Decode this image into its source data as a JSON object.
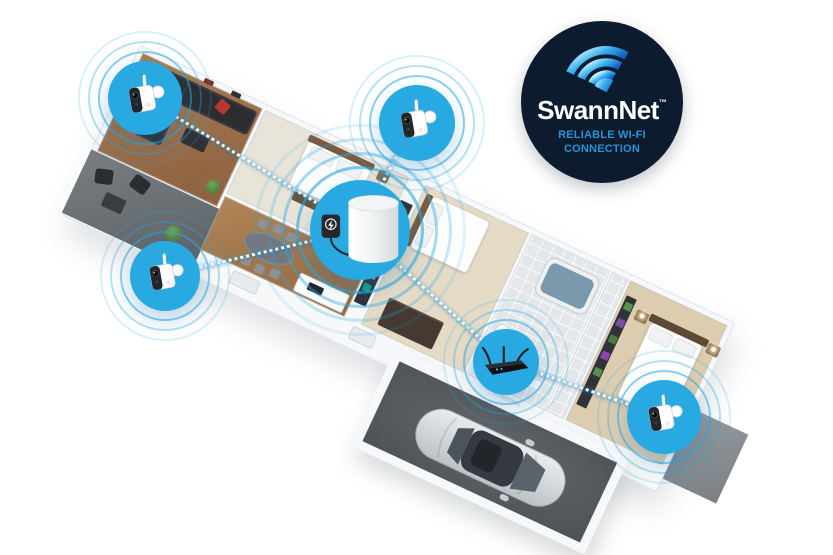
{
  "page": {
    "background_color": "#ffffff"
  },
  "badge": {
    "title": "SwannNet",
    "trademark": "™",
    "subtitle_line1": "RELIABLE WI-FI",
    "subtitle_line2": "CONNECTION",
    "bg_color": "#0d1b2e",
    "title_color": "#ffffff",
    "subtitle_color": "#2794d8",
    "wifi_icon": "wifi-signal-icon"
  },
  "network": {
    "accent_color": "#29a9e1",
    "ring_color": "#2aa9e0",
    "hub": {
      "icon": "wifi-hub-cylinder",
      "accessory_icon": "power-adapter-lightning-bolt"
    },
    "router": {
      "icon": "wifi-router-three-antennas"
    },
    "cameras": [
      {
        "icon": "wireless-security-camera",
        "location": "living-room"
      },
      {
        "icon": "wireless-security-camera",
        "location": "deck"
      },
      {
        "icon": "wireless-security-camera",
        "location": "hallway"
      },
      {
        "icon": "wireless-security-camera",
        "location": "master-bedroom"
      }
    ],
    "connections": [
      {
        "from": "camera-living-room",
        "to": "hub"
      },
      {
        "from": "camera-deck",
        "to": "hub"
      },
      {
        "from": "camera-hallway",
        "to": "hub"
      },
      {
        "from": "hub",
        "to": "router"
      },
      {
        "from": "router",
        "to": "camera-master-bedroom"
      }
    ]
  }
}
